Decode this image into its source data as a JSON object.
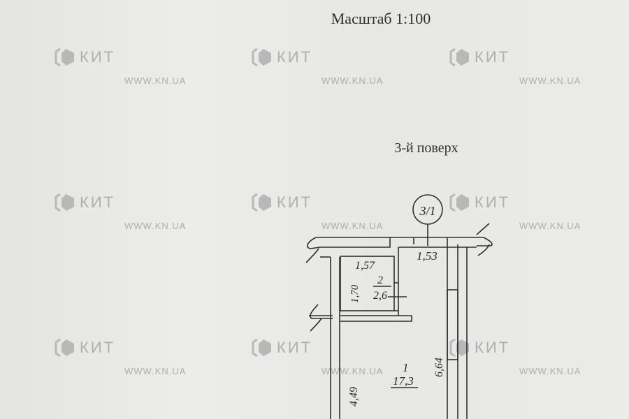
{
  "header": {
    "scale": "Масштаб 1:100",
    "floor": "3-й поверх"
  },
  "watermark": {
    "brand": "КИТ",
    "url": "WWW.KN.UA",
    "color": "#a6a6a6"
  },
  "plan": {
    "apartment_label": "3/1",
    "rooms": [
      {
        "number": "2",
        "area": "2,6",
        "width": "1,57",
        "height": "1,70"
      },
      {
        "number": "1",
        "area": "17,3",
        "width": "1,53",
        "height_left": "4,49",
        "height_right": "6,64"
      }
    ],
    "line_color": "#2f2f2f"
  }
}
